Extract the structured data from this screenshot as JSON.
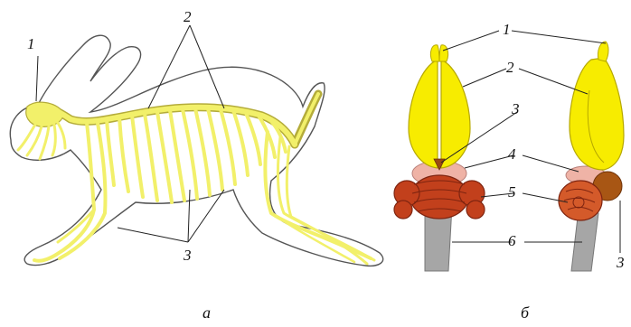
{
  "panels": [
    {
      "caption": "а",
      "labels": [
        "1",
        "2",
        "3"
      ]
    },
    {
      "caption": "б",
      "labels": [
        "1",
        "2",
        "3",
        "4",
        "5",
        "6",
        "1",
        "2",
        "4",
        "5",
        "6",
        "3"
      ]
    }
  ],
  "colors": {
    "nerve": "#f2f06a",
    "nerve_edge": "#b4ac3a",
    "hemisphere": "#f7ec00",
    "hemisphere_edge": "#b6a800",
    "midbrain": "#efb3a6",
    "cerebellum": "#c2401c",
    "cerebellum_edge": "#7e2410",
    "medulla": "#a6a6a6",
    "pineal": "#9a4a12",
    "side_cerebellum": "#d45a2a",
    "side_lobe": "#a85614",
    "outline": "#555555"
  }
}
